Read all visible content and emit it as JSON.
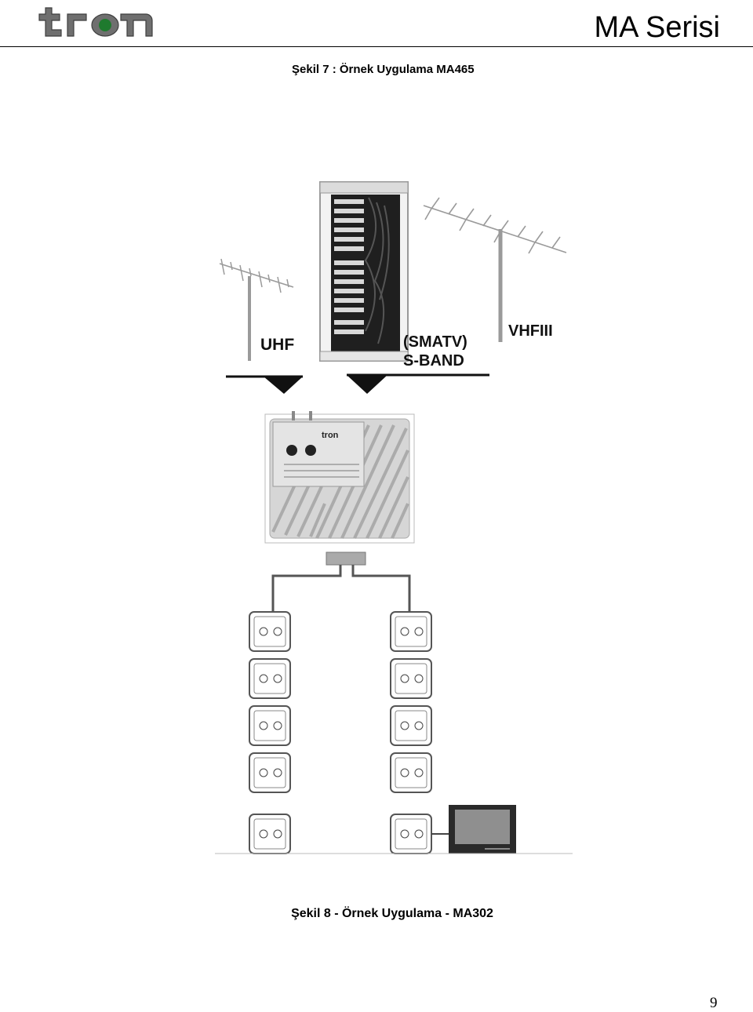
{
  "header": {
    "logo_text": "tron",
    "series_title": "MA Serisi"
  },
  "figure7": {
    "caption": "Şekil 7 : Örnek Uygulama MA465"
  },
  "figure8": {
    "caption": "Şekil 8 - Örnek Uygulama - MA302",
    "labels": {
      "uhf": "UHF",
      "smatv": "(SMATV)",
      "sband": "S-BAND",
      "vhf": "VHFIII"
    },
    "device_brand": "tron"
  },
  "page_number": "9"
}
